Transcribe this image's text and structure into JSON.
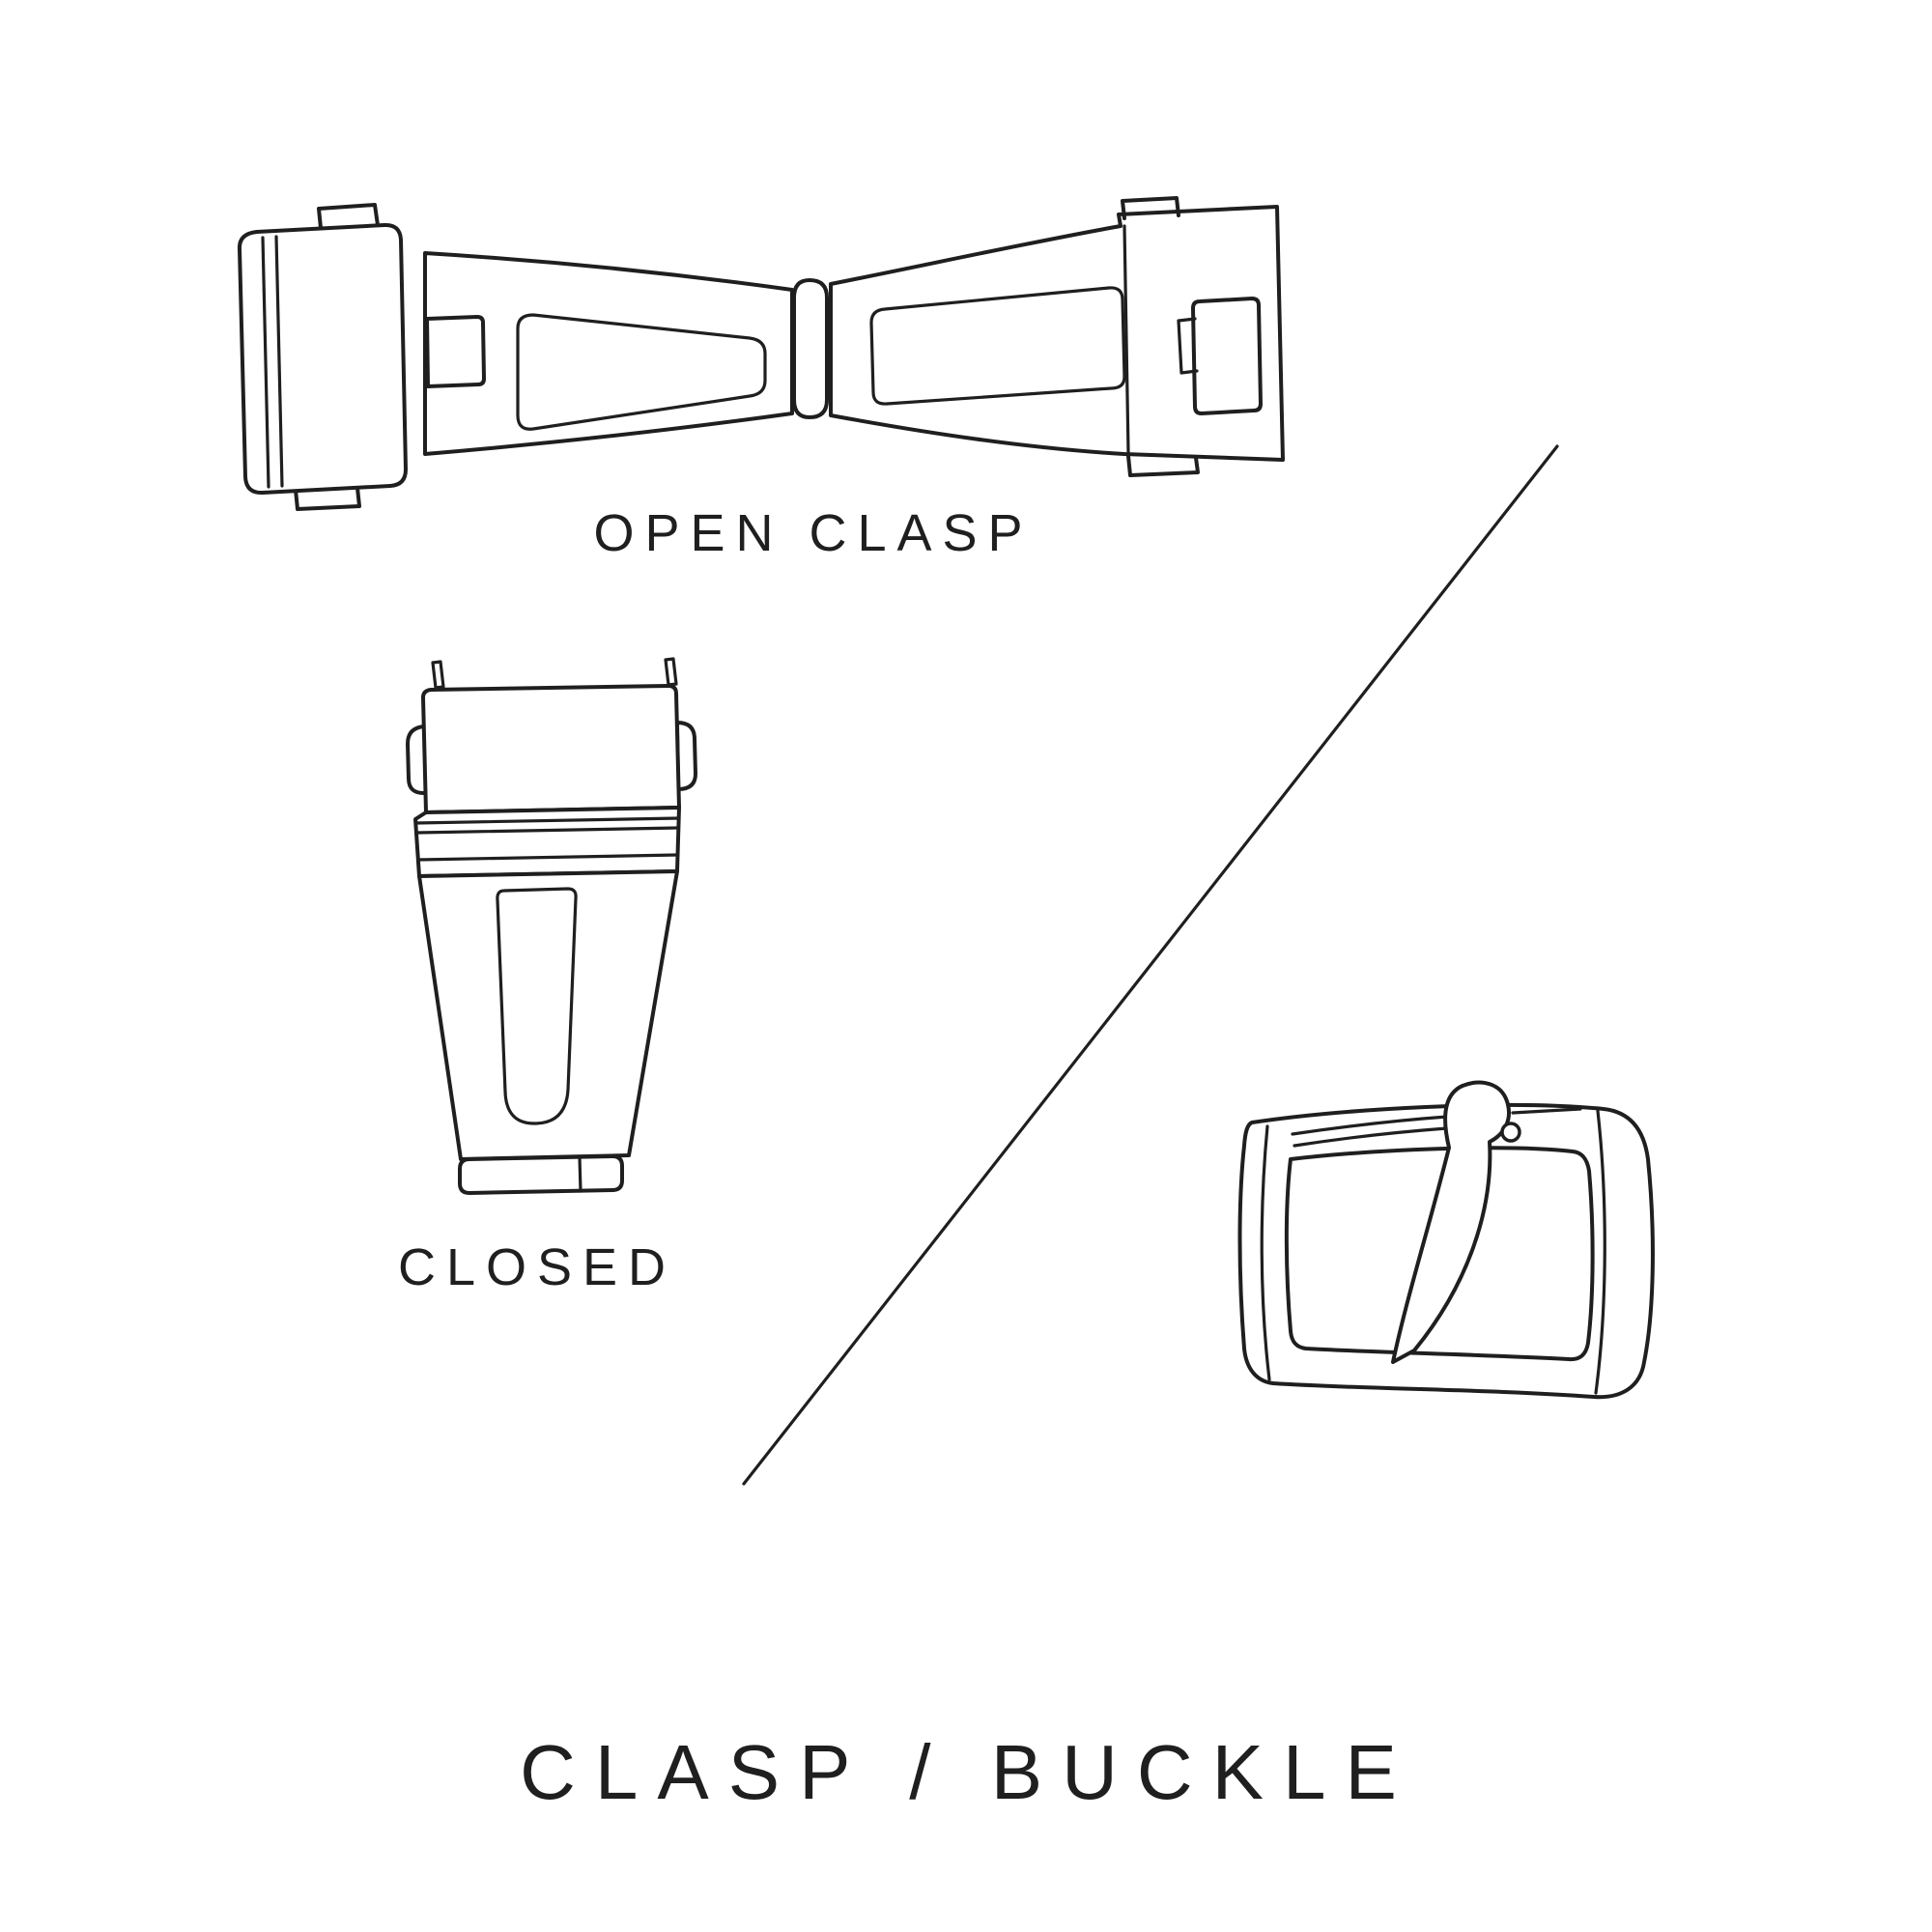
{
  "page": {
    "background_color": "#ffffff",
    "ink_color": "#1f1f1f"
  },
  "labels": {
    "open_clasp": "OPEN CLASP",
    "closed": "CLOSED",
    "title": "CLASP / BUCKLE"
  },
  "illustrations": {
    "open_clasp": "open-clasp-line-drawing",
    "closed_clasp": "closed-clasp-line-drawing",
    "buckle": "tang-buckle-line-drawing",
    "divider": "diagonal-divider-line"
  }
}
